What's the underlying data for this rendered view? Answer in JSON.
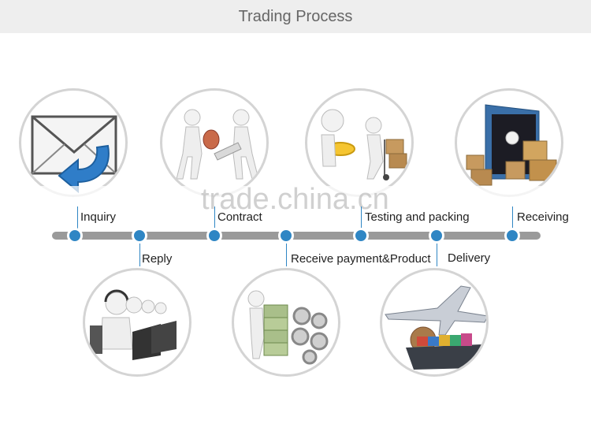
{
  "header": {
    "title": "Trading Process"
  },
  "watermark": "trade.china.cn",
  "colors": {
    "accent": "#2f86c4",
    "bar": "#9a9a9a",
    "header_bg": "#eeeeee"
  },
  "steps": [
    {
      "label": "Inquiry",
      "icon": "envelope-reply-icon"
    },
    {
      "label": "Reply",
      "icon": "call-center-icon"
    },
    {
      "label": "Contract",
      "icon": "handshake-contract-icon"
    },
    {
      "label": "Receive payment&Product",
      "icon": "money-gears-icon"
    },
    {
      "label": "Testing and packing",
      "icon": "magnifier-boxes-icon"
    },
    {
      "label": "Delivery",
      "icon": "plane-ship-icon"
    },
    {
      "label": "Receiving",
      "icon": "container-boxes-icon"
    }
  ]
}
